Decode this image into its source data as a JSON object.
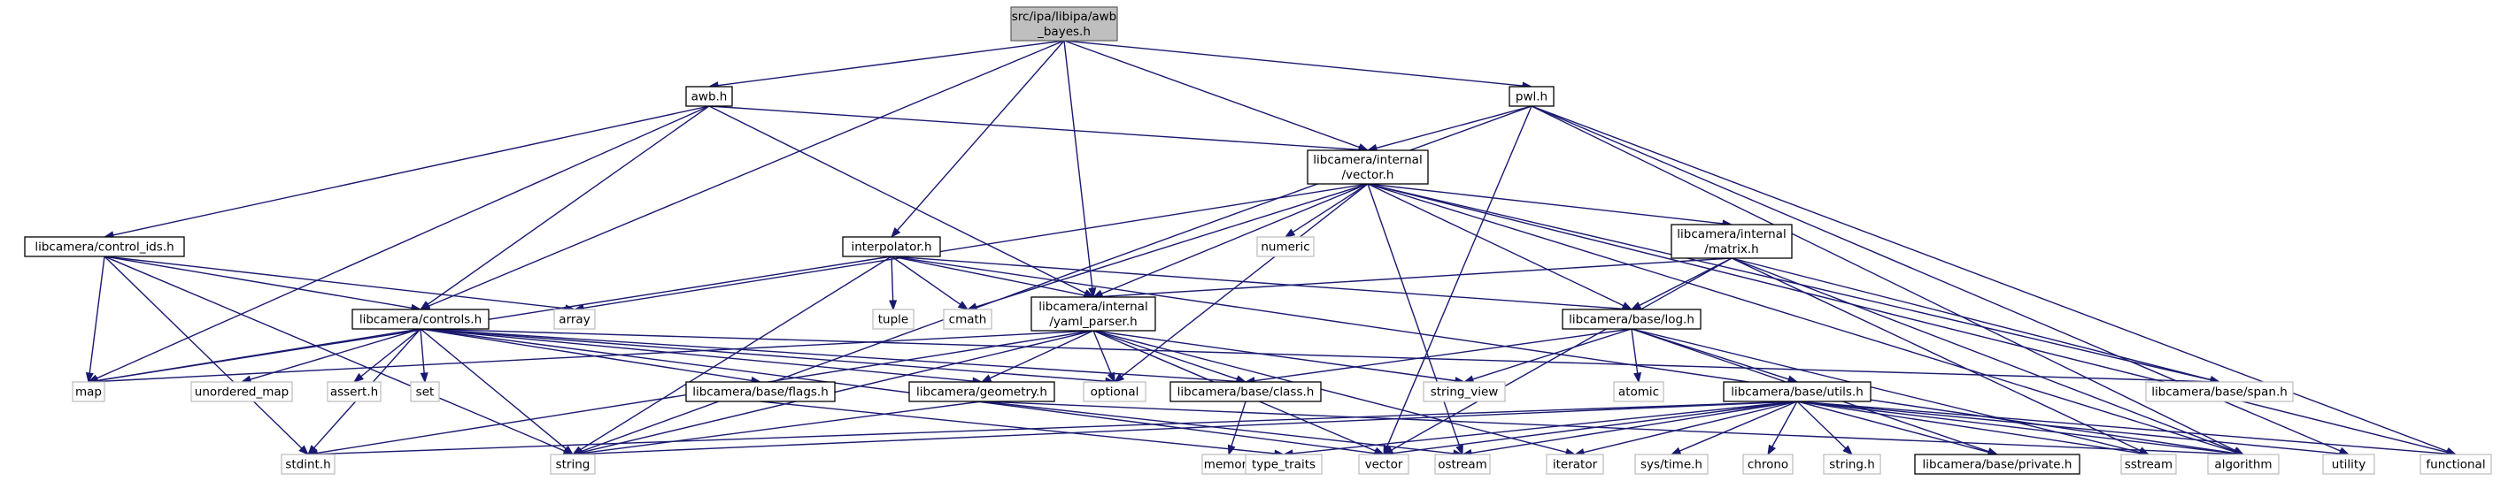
{
  "graph": {
    "nodes": [
      {
        "id": "root",
        "lines": [
          "src/ipa/libipa/awb",
          "_bayes.h"
        ],
        "kind": "root"
      },
      {
        "id": "awb",
        "lines": [
          "awb.h"
        ],
        "kind": "link"
      },
      {
        "id": "pwl",
        "lines": [
          "pwl.h"
        ],
        "kind": "link"
      },
      {
        "id": "vector",
        "lines": [
          "libcamera/internal",
          "/vector.h"
        ],
        "kind": "link"
      },
      {
        "id": "control_ids",
        "lines": [
          "libcamera/control_ids.h"
        ],
        "kind": "link"
      },
      {
        "id": "interpolator",
        "lines": [
          "interpolator.h"
        ],
        "kind": "link"
      },
      {
        "id": "matrix",
        "lines": [
          "libcamera/internal",
          "/matrix.h"
        ],
        "kind": "link"
      },
      {
        "id": "numeric",
        "lines": [
          "numeric"
        ],
        "kind": "ext"
      },
      {
        "id": "array",
        "lines": [
          "array"
        ],
        "kind": "ext"
      },
      {
        "id": "tuple",
        "lines": [
          "tuple"
        ],
        "kind": "ext"
      },
      {
        "id": "cmath",
        "lines": [
          "cmath"
        ],
        "kind": "ext"
      },
      {
        "id": "controls",
        "lines": [
          "libcamera/controls.h"
        ],
        "kind": "link"
      },
      {
        "id": "yaml_parser",
        "lines": [
          "libcamera/internal",
          "/yaml_parser.h"
        ],
        "kind": "link"
      },
      {
        "id": "log",
        "lines": [
          "libcamera/base/log.h"
        ],
        "kind": "link"
      },
      {
        "id": "map",
        "lines": [
          "map"
        ],
        "kind": "ext"
      },
      {
        "id": "unordered_map",
        "lines": [
          "unordered_map"
        ],
        "kind": "ext"
      },
      {
        "id": "assert",
        "lines": [
          "assert.h"
        ],
        "kind": "ext"
      },
      {
        "id": "set",
        "lines": [
          "set"
        ],
        "kind": "ext"
      },
      {
        "id": "flags",
        "lines": [
          "libcamera/base/flags.h"
        ],
        "kind": "link"
      },
      {
        "id": "geometry",
        "lines": [
          "libcamera/geometry.h"
        ],
        "kind": "link"
      },
      {
        "id": "optional",
        "lines": [
          "optional"
        ],
        "kind": "ext"
      },
      {
        "id": "class",
        "lines": [
          "libcamera/base/class.h"
        ],
        "kind": "link"
      },
      {
        "id": "string_view",
        "lines": [
          "string_view"
        ],
        "kind": "ext"
      },
      {
        "id": "atomic",
        "lines": [
          "atomic"
        ],
        "kind": "ext"
      },
      {
        "id": "utils",
        "lines": [
          "libcamera/base/utils.h"
        ],
        "kind": "link"
      },
      {
        "id": "span",
        "lines": [
          "libcamera/base/span.h"
        ],
        "kind": "ext"
      },
      {
        "id": "stdint",
        "lines": [
          "stdint.h"
        ],
        "kind": "ext"
      },
      {
        "id": "string",
        "lines": [
          "string"
        ],
        "kind": "ext"
      },
      {
        "id": "memory",
        "lines": [
          "memory"
        ],
        "kind": "ext"
      },
      {
        "id": "type_traits",
        "lines": [
          "type_traits"
        ],
        "kind": "ext"
      },
      {
        "id": "vectorh",
        "lines": [
          "vector"
        ],
        "kind": "ext"
      },
      {
        "id": "ostream",
        "lines": [
          "ostream"
        ],
        "kind": "ext"
      },
      {
        "id": "iterator",
        "lines": [
          "iterator"
        ],
        "kind": "ext"
      },
      {
        "id": "systime",
        "lines": [
          "sys/time.h"
        ],
        "kind": "ext"
      },
      {
        "id": "chrono",
        "lines": [
          "chrono"
        ],
        "kind": "ext"
      },
      {
        "id": "stringh",
        "lines": [
          "string.h"
        ],
        "kind": "ext"
      },
      {
        "id": "private",
        "lines": [
          "libcamera/base/private.h"
        ],
        "kind": "link"
      },
      {
        "id": "sstream",
        "lines": [
          "sstream"
        ],
        "kind": "ext"
      },
      {
        "id": "algorithm",
        "lines": [
          "algorithm"
        ],
        "kind": "ext"
      },
      {
        "id": "utility",
        "lines": [
          "utility"
        ],
        "kind": "ext"
      },
      {
        "id": "functional",
        "lines": [
          "functional"
        ],
        "kind": "ext"
      }
    ],
    "edges": [
      [
        "root",
        "awb"
      ],
      [
        "root",
        "pwl"
      ],
      [
        "root",
        "vector"
      ],
      [
        "root",
        "interpolator"
      ],
      [
        "root",
        "controls"
      ],
      [
        "root",
        "yaml_parser"
      ],
      [
        "awb",
        "map"
      ],
      [
        "awb",
        "control_ids"
      ],
      [
        "awb",
        "controls"
      ],
      [
        "awb",
        "vector"
      ],
      [
        "awb",
        "yaml_parser"
      ],
      [
        "pwl",
        "vector"
      ],
      [
        "pwl",
        "string"
      ],
      [
        "pwl",
        "vectorh"
      ],
      [
        "pwl",
        "algorithm"
      ],
      [
        "pwl",
        "utility"
      ],
      [
        "pwl",
        "functional"
      ],
      [
        "vector",
        "array"
      ],
      [
        "vector",
        "numeric"
      ],
      [
        "vector",
        "cmath"
      ],
      [
        "vector",
        "optional"
      ],
      [
        "vector",
        "ostream"
      ],
      [
        "vector",
        "algorithm"
      ],
      [
        "vector",
        "functional"
      ],
      [
        "vector",
        "matrix"
      ],
      [
        "vector",
        "log"
      ],
      [
        "vector",
        "span"
      ],
      [
        "vector",
        "yaml_parser"
      ],
      [
        "control_ids",
        "array"
      ],
      [
        "control_ids",
        "map"
      ],
      [
        "control_ids",
        "stdint"
      ],
      [
        "control_ids",
        "string"
      ],
      [
        "control_ids",
        "controls"
      ],
      [
        "interpolator",
        "map"
      ],
      [
        "interpolator",
        "string"
      ],
      [
        "interpolator",
        "tuple"
      ],
      [
        "interpolator",
        "cmath"
      ],
      [
        "interpolator",
        "log"
      ],
      [
        "interpolator",
        "yaml_parser"
      ],
      [
        "interpolator",
        "algorithm"
      ],
      [
        "matrix",
        "yaml_parser"
      ],
      [
        "matrix",
        "log"
      ],
      [
        "matrix",
        "span"
      ],
      [
        "matrix",
        "algorithm"
      ],
      [
        "matrix",
        "sstream"
      ],
      [
        "matrix",
        "vectorh"
      ],
      [
        "controls",
        "map"
      ],
      [
        "controls",
        "unordered_map"
      ],
      [
        "controls",
        "assert"
      ],
      [
        "controls",
        "set"
      ],
      [
        "controls",
        "stdint"
      ],
      [
        "controls",
        "string"
      ],
      [
        "controls",
        "flags"
      ],
      [
        "controls",
        "geometry"
      ],
      [
        "controls",
        "class"
      ],
      [
        "controls",
        "vectorh"
      ],
      [
        "controls",
        "span"
      ],
      [
        "controls",
        "optional"
      ],
      [
        "yaml_parser",
        "map"
      ],
      [
        "yaml_parser",
        "optional"
      ],
      [
        "yaml_parser",
        "stdint"
      ],
      [
        "yaml_parser",
        "string"
      ],
      [
        "yaml_parser",
        "string_view"
      ],
      [
        "yaml_parser",
        "class"
      ],
      [
        "yaml_parser",
        "geometry"
      ],
      [
        "yaml_parser",
        "iterator"
      ],
      [
        "yaml_parser",
        "vectorh"
      ],
      [
        "log",
        "atomic"
      ],
      [
        "log",
        "sstream"
      ],
      [
        "log",
        "string_view"
      ],
      [
        "log",
        "class"
      ],
      [
        "log",
        "utils"
      ],
      [
        "log",
        "private"
      ],
      [
        "flags",
        "type_traits"
      ],
      [
        "geometry",
        "string"
      ],
      [
        "geometry",
        "algorithm"
      ],
      [
        "geometry",
        "ostream"
      ],
      [
        "class",
        "memory"
      ],
      [
        "utils",
        "algorithm"
      ],
      [
        "utils",
        "chrono"
      ],
      [
        "utils",
        "functional"
      ],
      [
        "utils",
        "iterator"
      ],
      [
        "utils",
        "ostream"
      ],
      [
        "utils",
        "sstream"
      ],
      [
        "utils",
        "stdint"
      ],
      [
        "utils",
        "string"
      ],
      [
        "utils",
        "stringh"
      ],
      [
        "utils",
        "systime"
      ],
      [
        "utils",
        "type_traits"
      ],
      [
        "utils",
        "utility"
      ],
      [
        "utils",
        "vectorh"
      ],
      [
        "utils",
        "private"
      ]
    ]
  }
}
